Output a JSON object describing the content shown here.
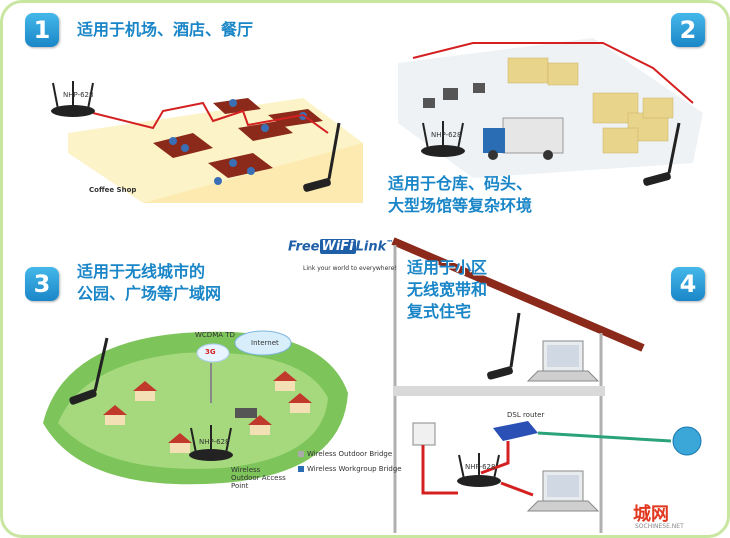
{
  "panels": [
    {
      "number": "1",
      "caption": "适用于机场、酒店、餐厅"
    },
    {
      "number": "2",
      "caption": "适用于仓库、码头、\n大型场馆等复杂环境"
    },
    {
      "number": "3",
      "caption": "适用于无线城市的\n公园、广场等广域网"
    },
    {
      "number": "4",
      "caption": "适用于小区\n无线宽带和\n复式住宅"
    }
  ],
  "device_label": "NHP-628",
  "labels": {
    "coffee_shop": "Coffee Shop",
    "internet": "Internet",
    "3g": "3G",
    "wcdma": "WCDMA TD",
    "dsl_router": "DSL router",
    "legend_bridge": "Wireless Outdoor Bridge",
    "legend_workgroup": "Wireless Workgroup Bridge",
    "legend_ap": "Wireless Outdoor Access Point"
  },
  "logo": {
    "free": "Free",
    "wifi": "WiFi",
    "link": "Link",
    "tm": "™",
    "tagline": "Link your world to everywhere!"
  },
  "watermark": {
    "text": "城网",
    "url": "SOCHINESE.NET"
  },
  "colors": {
    "accent": "#1a86c8",
    "border": "#c8e6a0",
    "link_line": "#d42020"
  }
}
